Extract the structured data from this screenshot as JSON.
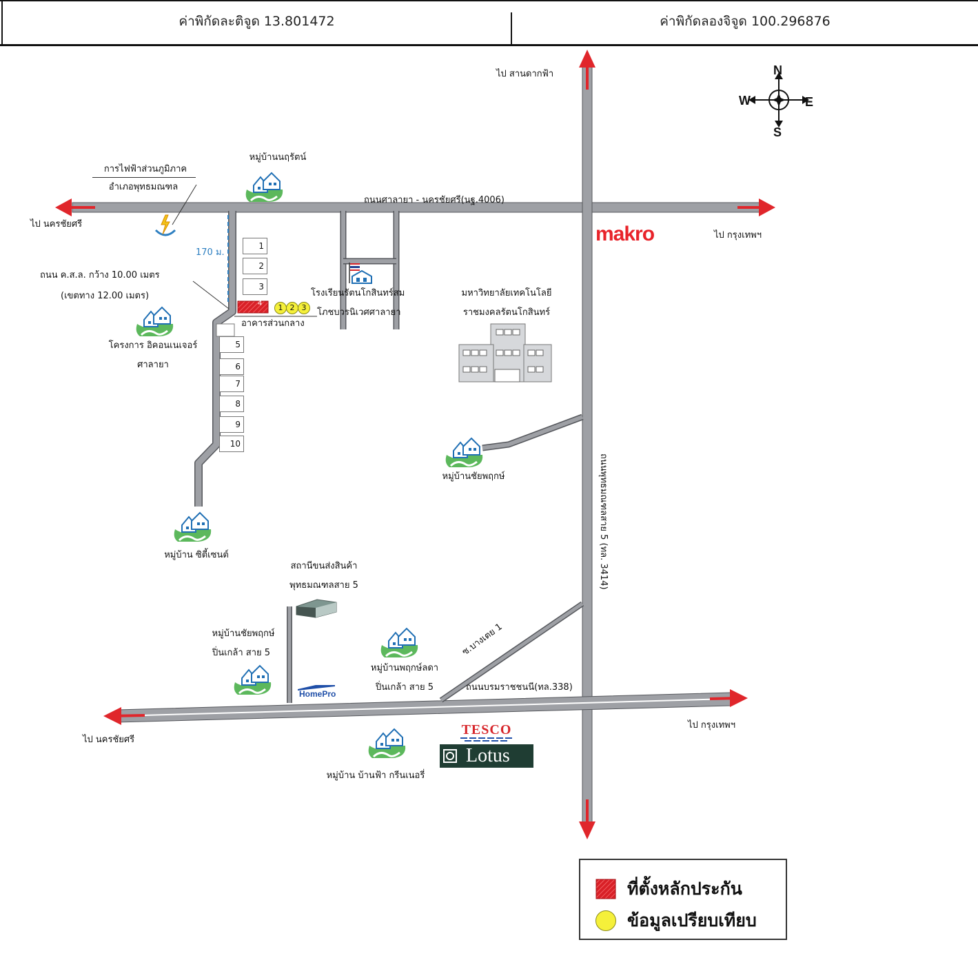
{
  "header": {
    "latitude_label": "ค่าพิกัดละติจูด 13.801472",
    "longitude_label": "ค่าพิกัดลองจิจูด 100.296876"
  },
  "map": {
    "to_sanam_dakfa": "ไป สานดากฟ้า",
    "to_nakhonchaisri_top": "ไป นครชัยศรี",
    "to_bangkok_top": "ไป กรุงเทพฯ",
    "road_salaya": "ถนนศาลายา - นครชัยศรี(นฐ.4006)",
    "electricity_line1": "การไฟฟ้าส่วนภูมิภาค",
    "electricity_line2": "อำเภอพุทธมณฑล",
    "village_nurat": "หมู่บ้านนฤรัตน์",
    "makro": "makro",
    "distance": "170 ม.",
    "road_kosl_line1": "ถนน ค.ส.ล. กว้าง 10.00 เมตร",
    "road_kosl_line2": "(เขตทาง 12.00 เมตร)",
    "school_line1": "โรงเรียนรัตนโกสินทร์สม",
    "school_line2": "โภชบวรนิเวศศาลายา",
    "university_line1": "มหาวิทยาลัยเทคโนโลยี",
    "university_line2": "ราชมงคลรัตนโกสินทร์",
    "common_building": "อาคารส่วนกลาง",
    "project_line1": "โครงการ อิคอนเนเจอร์",
    "project_line2": "ศาลายา",
    "plots": [
      "1",
      "2",
      "3",
      "4",
      "5",
      "6",
      "7",
      "8",
      "9",
      "10"
    ],
    "comparables": [
      "1",
      "2",
      "3"
    ],
    "village_chaiyaphruek": "หมู่บ้านชัยพฤกษ์",
    "road_phutthamonthon5": "ถนนพุทธมณฑลสาย 5 (ทล. 3414)",
    "village_city_scene": "หมู่บ้าน ซิตี้เซนต์",
    "transport_line1": "สถานีขนส่งสินค้า",
    "transport_line2": "พุทธมณฑลสาย 5",
    "village_chaiyaphruek2_line1": "หมู่บ้านชัยพฤกษ์",
    "village_chaiyaphruek2_line2": "ปิ่นเกล้า สาย 5",
    "village_phruekladda_line1": "หมู่บ้านพฤกษ์ลดา",
    "village_phruekladda_line2": "ปิ่นเกล้า สาย 5",
    "soi_bangtoei": "ซ.บางเตย 1",
    "road_borommaratchachonnani": "ถนนบรมราชชนนี(ทล.338)",
    "homepro": "HomePro",
    "to_nakhonchaisri_bottom": "ไป นครชัยศรี",
    "to_bangkok_bottom": "ไป กรุงเทพฯ",
    "tesco": "TESCO",
    "lotus": "Lotus",
    "village_baanfa": "หมู่บ้าน บ้านฟ้า กรีนเนอรี่"
  },
  "compass": {
    "n": "N",
    "s": "S",
    "e": "E",
    "w": "W"
  },
  "legend": {
    "collateral": "ที่ตั้งหลักประกัน",
    "comparison": "ข้อมูลเปรียบเทียบ"
  },
  "colors": {
    "road": "#9ea0a5",
    "arrow": "#e0262b",
    "makro": "#e8232a",
    "collateral": "#d92027",
    "comparable": "#f5f03a",
    "village_green": "#4caf50",
    "village_blue": "#1f6fb4",
    "lotus_bg": "#1f3d33",
    "tesco_red": "#d7262b",
    "distance_blue": "#2d7fc1"
  }
}
